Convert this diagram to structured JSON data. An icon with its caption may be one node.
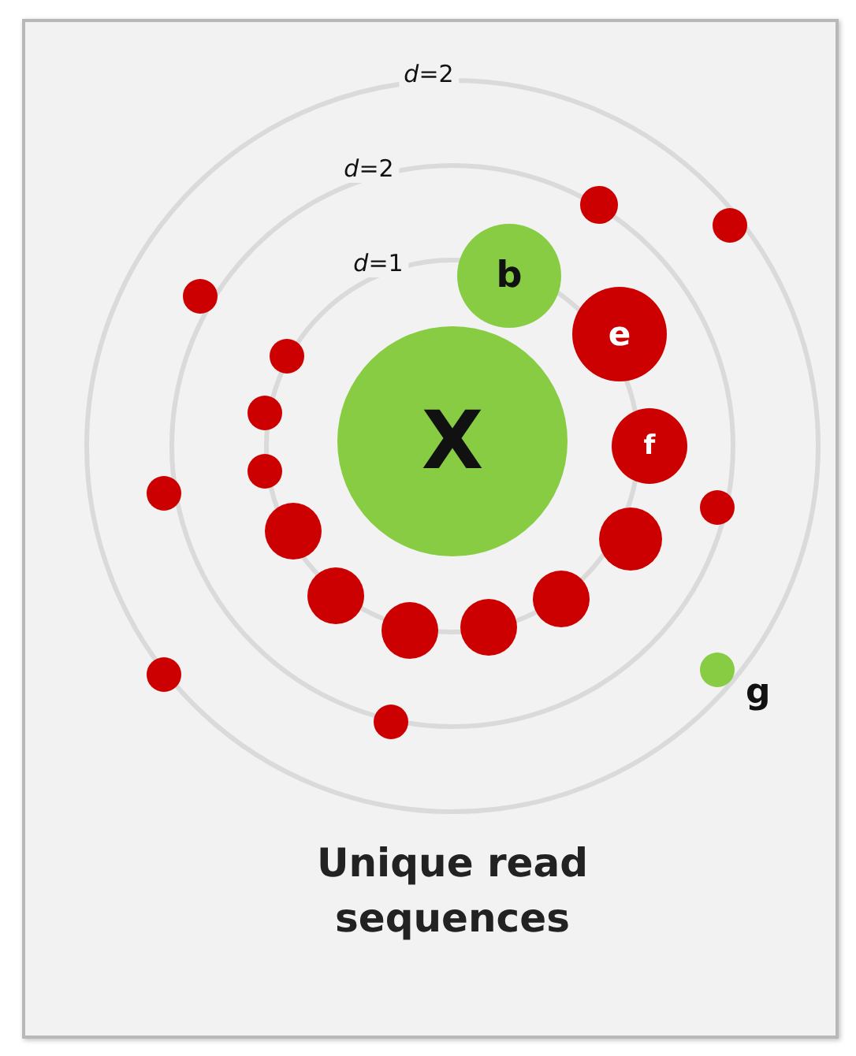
{
  "diagram": {
    "caption": "Unique read sequences",
    "nodes": [
      {
        "text": [],
        "shape": "circle"
      },
      {
        "text": [],
        "shape": "circle"
      },
      {
        "text": [],
        "shape": "circle"
      },
      {
        "text": [
          "b"
        ]
      },
      {
        "text": [
          "e"
        ]
      },
      {
        "text": [],
        "shape": "circle"
      },
      {
        "text": [],
        "shape": "circle"
      },
      {
        "text": [
          "X"
        ]
      },
      {
        "text": [
          "f"
        ]
      },
      {
        "text": [],
        "shape": "circle"
      },
      {
        "text": [],
        "shape": "circle"
      },
      {
        "text": [],
        "shape": "circle"
      },
      {
        "text": [],
        "shape": "circle"
      },
      {
        "text": [],
        "shape": "circle"
      },
      {
        "text": [],
        "shape": "circle"
      },
      {
        "text": [],
        "shape": "circle"
      },
      {
        "text": [],
        "shape": "circle"
      },
      {
        "text": [],
        "shape": "circle"
      },
      {
        "text": [],
        "shape": "circle"
      },
      {
        "text": [],
        "shape": "circle",
        "beside": [
          "g"
        ]
      },
      {
        "text": [],
        "shape": "circle"
      }
    ],
    "labels": [
      "*d*=2",
      "*d*=2",
      "*d*=1"
    ]
  }
}
